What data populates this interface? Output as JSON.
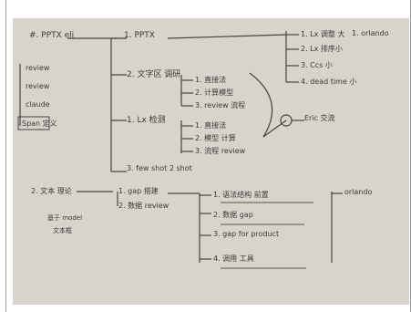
{
  "notes": {
    "root": "#. PPTX eli",
    "pptx_branch": "1. PPTX",
    "sub_fenxi": "2. 文字区 调研",
    "jiance": "1. Lx 检测",
    "few_shot": "3. few shot 2 shot",
    "left_items": [
      "review",
      "review",
      "claude",
      "Span 定义"
    ],
    "right_top": [
      "1. Lx 调整 大",
      "2. Lx 排序小",
      "3. Ccs 小",
      "4. dead time 小"
    ],
    "right_orlando": "1. orlando",
    "mid_items_1": [
      "1. 直接法",
      "2. 计算模型",
      "3. review 流程"
    ],
    "mid_items_2": [
      "1. 直接法",
      "2. 模型 计算",
      "3. 流程 review"
    ],
    "eric_note": "Eric 交流",
    "lower_left": [
      "2. 文本 理论",
      "基于 model",
      "文本框"
    ],
    "lower_mid": [
      "1. gap 搭建",
      "2. 数据 review"
    ],
    "lower_right": [
      "1. 语法结构 前置",
      "2. 数据 gap",
      "3. gap for product",
      "4. 调用 工具"
    ],
    "lower_orlando": "orlando"
  }
}
